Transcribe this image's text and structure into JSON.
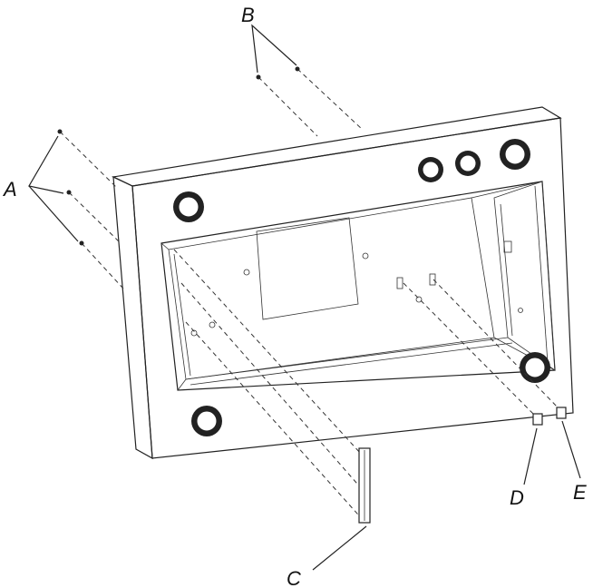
{
  "labels": {
    "a": "A",
    "b": "B",
    "c": "C",
    "d": "D",
    "e": "E"
  },
  "colors": {
    "ink": "#222222",
    "background": "#ffffff"
  }
}
